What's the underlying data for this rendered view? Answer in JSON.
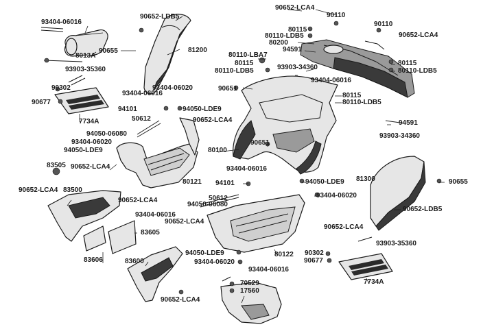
{
  "labels": {
    "l01": "93404-06016",
    "l02": "90652-LDB5",
    "l03": "90652-LCA4",
    "l04": "90110",
    "l05": "90110",
    "l06": "90655",
    "l07": "8013A",
    "l08": "81200",
    "l09": "80115",
    "l10": "80110-LDB5",
    "l11": "80200",
    "l12": "90652-LCA4",
    "l13": "94591",
    "l14": "80110-LBA7",
    "l15": "80115",
    "l16": "80115",
    "l17": "80110-LDB5",
    "l18": "80110-LDB5",
    "l19": "93903-35360",
    "l20": "93903-34360",
    "l21": "90302",
    "l22": "90677",
    "l23": "93404-06020",
    "l24": "93404-06016",
    "l25": "93404-06016",
    "l26": "90651",
    "l27": "94101",
    "l28": "94050-LDE9",
    "l29": "80115",
    "l30": "80110-LDB5",
    "l31": "7734A",
    "l32": "50612",
    "l33": "90652-LCA4",
    "l34": "94591",
    "l35": "93903-34360",
    "l36": "94050-06080",
    "l37": "93404-06020",
    "l38": "94050-LDE9",
    "l39": "90651",
    "l40": "80100",
    "l41": "90652-LCA4",
    "l42": "93404-06016",
    "l43": "83505",
    "l44": "94101",
    "l45": "81300",
    "l46": "90655",
    "l47": "94050-LDE9",
    "l48": "80121",
    "l49": "90652-LCA4",
    "l50": "83500",
    "l51": "93404-06020",
    "l52": "50612",
    "l53": "90652-LCA4",
    "l54": "94050-06080",
    "l55": "90652-LDB5",
    "l56": "93404-06016",
    "l57": "90652-LCA4",
    "l58": "90652-LCA4",
    "l59": "83605",
    "l60": "93903-35360",
    "l61": "83606",
    "l62": "94050-LDE9",
    "l63": "90302",
    "l64": "80122",
    "l65": "90677",
    "l66": "83600",
    "l67": "93404-06020",
    "l68": "93404-06016",
    "l69": "7734A",
    "l70": "70529",
    "l71": "17560",
    "l72": "90652-LCA4"
  }
}
